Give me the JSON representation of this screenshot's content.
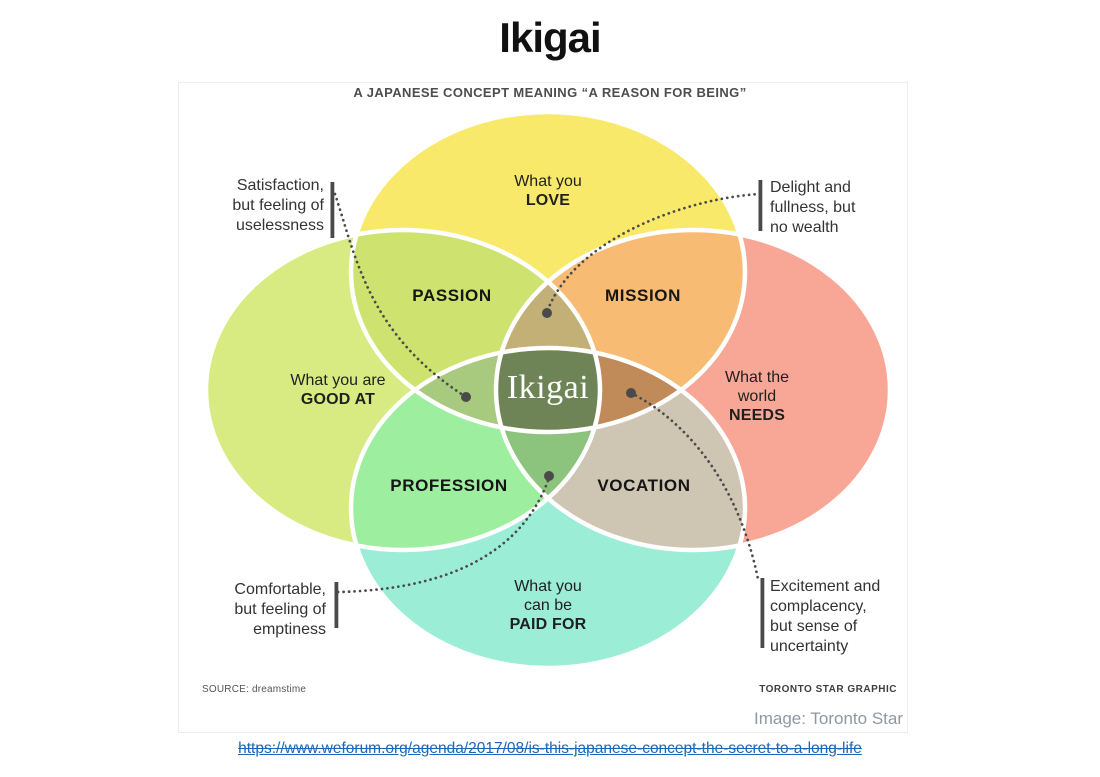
{
  "page": {
    "title": "Ikigai",
    "link_text": "https://www.weforum.org/agenda/2017/08/is-this-japanese-concept-the-secret-to-a-long-life"
  },
  "diagram": {
    "subtitle": "A JAPANESE CONCEPT MEANING “A REASON FOR BEING”",
    "center_label": "Ikigai",
    "circle_labels": {
      "love": {
        "l1": "What you",
        "l2": "LOVE"
      },
      "good_at": {
        "l1": "What you are",
        "l2": "GOOD AT"
      },
      "needs": {
        "l1": "What the",
        "l2": "world",
        "l3": "NEEDS"
      },
      "paid_for": {
        "l1": "What you",
        "l2": "can be",
        "l3": "PAID FOR"
      }
    },
    "region_labels": {
      "passion": "PASSION",
      "mission": "MISSION",
      "profession": "PROFESSION",
      "vocation": "VOCATION"
    },
    "callouts": {
      "top_left": {
        "l1": "Satisfaction,",
        "l2": "but feeling of",
        "l3": "uselessness"
      },
      "top_right": {
        "l1": "Delight and",
        "l2": "fullness, but",
        "l3": "no wealth"
      },
      "bottom_left": {
        "l1": "Comfortable,",
        "l2": "but feeling of",
        "l3": "emptiness"
      },
      "bottom_right": {
        "l1": "Excitement and",
        "l2": "complacency,",
        "l3": "but sense of",
        "l4": "uncertainty"
      }
    },
    "source_label": "SOURCE: dreamstime",
    "graphic_credit": "TORONTO STAR GRAPHIC",
    "image_credit": "Image: Toronto Star",
    "colors": {
      "love": "#F8E96A",
      "good_at": "#D8EB82",
      "needs": "#F8A796",
      "paid_for": "#9BEDD6",
      "passion": "#CEE26F",
      "mission": "#F7BB74",
      "profession": "#9DEE9E",
      "vocation": "#CEC5B2",
      "petal_top": "#C2B077",
      "petal_right": "#C08B59",
      "petal_bottom": "#8DC47D",
      "petal_left": "#A8CA7E",
      "center": "#6F8456",
      "outline": "#FFFFFF",
      "connector": "#4A4A4A",
      "link": "#1E66B8"
    }
  }
}
